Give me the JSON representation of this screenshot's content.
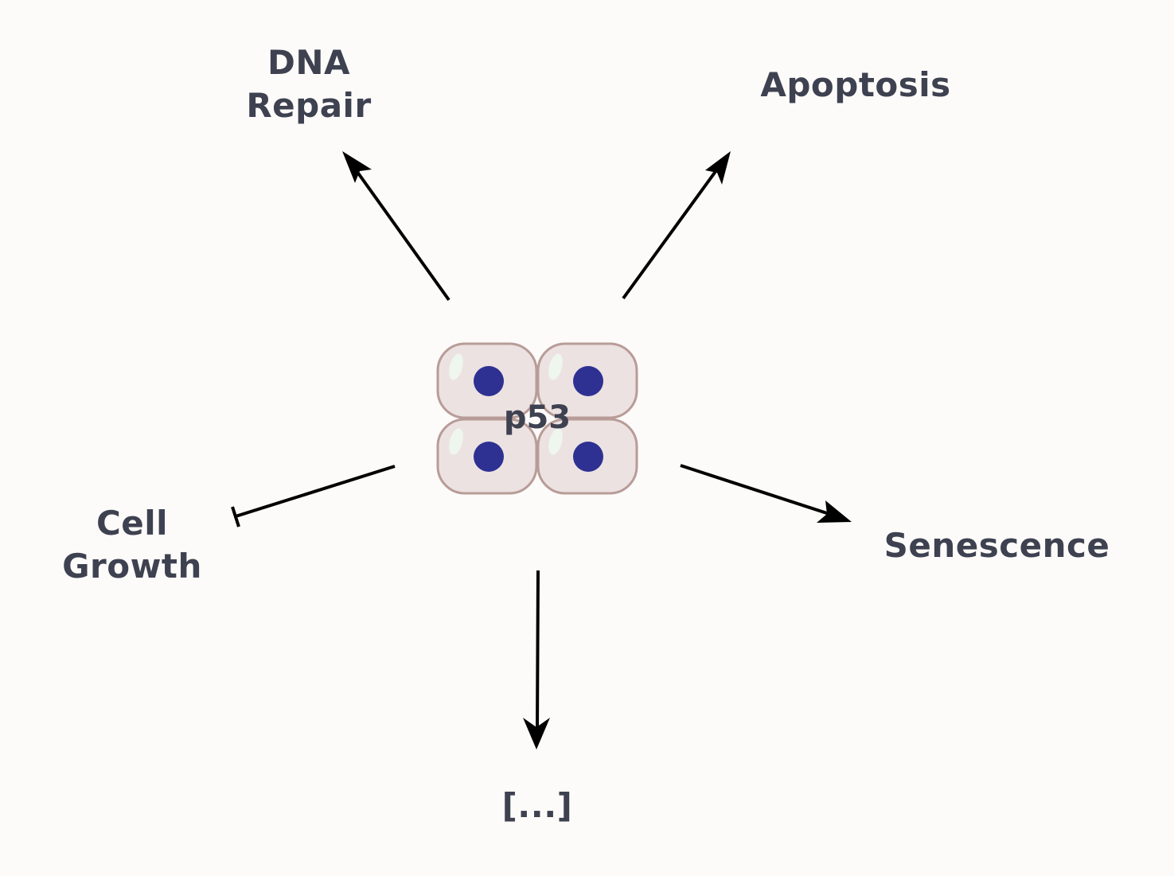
{
  "center": {
    "label": "p53",
    "icon": "cell-cluster-icon"
  },
  "outcomes": [
    {
      "id": "dna-repair",
      "label": "DNA\nRepair",
      "relation": "activates"
    },
    {
      "id": "apoptosis",
      "label": "Apoptosis",
      "relation": "activates"
    },
    {
      "id": "cell-growth",
      "label": "Cell\nGrowth",
      "relation": "inhibits"
    },
    {
      "id": "senescence",
      "label": "Senescence",
      "relation": "activates"
    },
    {
      "id": "other",
      "label": "[...]",
      "relation": "activates"
    }
  ],
  "colors": {
    "background": "#fcfbf9",
    "text": "#3e4150",
    "cell_fill": "#ece2e1",
    "cell_border": "#b89c98",
    "nucleus": "#2e3192",
    "highlight": "#eef6ee",
    "arrow": "#000000"
  }
}
